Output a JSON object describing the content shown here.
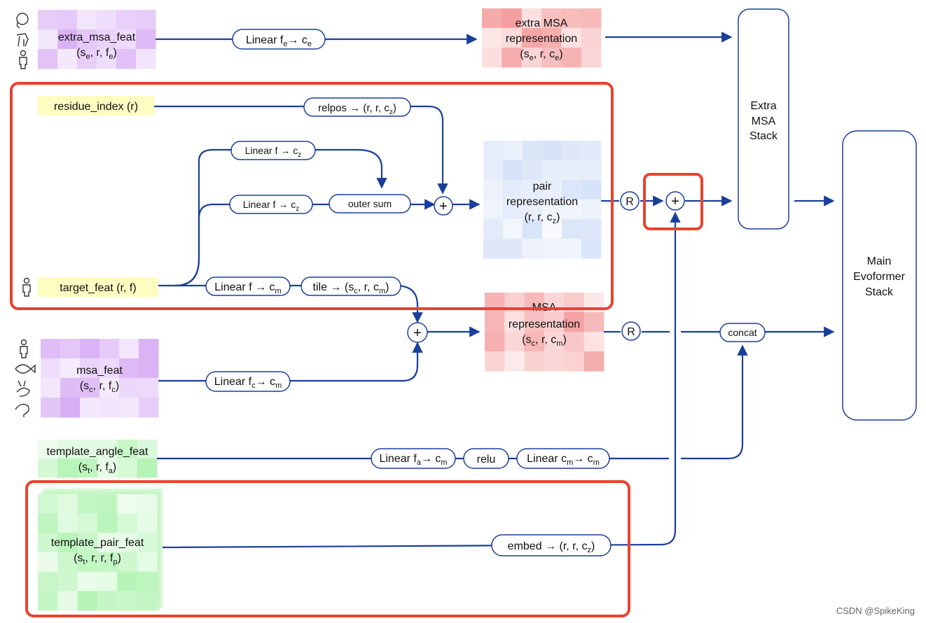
{
  "features": {
    "extra_msa_feat": {
      "name": "extra_msa_feat",
      "dims": [
        "(s",
        "e",
        ", r, f",
        "e",
        ")"
      ]
    },
    "residue_index": {
      "name": "residue_index (r)"
    },
    "target_feat": {
      "name": "target_feat (r, f)"
    },
    "msa_feat": {
      "name": "msa_feat",
      "dims": [
        "(s",
        "c",
        ", r, f",
        "c",
        ")"
      ]
    },
    "template_angle_feat": {
      "name": "template_angle_feat",
      "dims": [
        "(s",
        "t",
        ", r, f",
        "a",
        ")"
      ]
    },
    "template_pair_feat": {
      "name": "template_pair_feat",
      "dims": [
        "(s",
        "t",
        ", r, r, f",
        "p",
        ")"
      ]
    }
  },
  "ops": {
    "linear_fe_ce": [
      "Linear f",
      "e",
      "→ c",
      "e"
    ],
    "relpos": [
      "relpos → (r, r, c",
      "z",
      ")"
    ],
    "linear_f_cz_1": [
      "Linear f → c",
      "z"
    ],
    "linear_f_cz_2": [
      "Linear f → c",
      "z"
    ],
    "outer_sum": "outer sum",
    "linear_f_cm": [
      "Linear f → c",
      "m"
    ],
    "tile": [
      "tile → (s",
      "c",
      ", r, c",
      "m",
      ")"
    ],
    "linear_fc_cm": [
      "Linear f",
      "c",
      "→ c",
      "m"
    ],
    "linear_fa_cm": [
      "Linear f",
      "a",
      "→ c",
      "m"
    ],
    "relu": "relu",
    "linear_cm_cm": [
      "Linear c",
      "m",
      "→ c",
      "m"
    ],
    "embed": [
      "embed → (r, r, c",
      "z",
      ")"
    ],
    "concat": "concat",
    "plus": "+",
    "recycle": "R"
  },
  "representations": {
    "extra_msa": {
      "line1": "extra MSA",
      "line2": "representation",
      "dims": [
        "(s",
        "e",
        ", r, c",
        "e",
        ")"
      ]
    },
    "pair": {
      "line1": "pair",
      "line2": "representation",
      "dims": [
        "(r, r, c",
        "z",
        ")"
      ]
    },
    "msa": {
      "line1": "MSA",
      "line2": "representation",
      "dims": [
        "(s",
        "c",
        ", r, c",
        "m",
        ")"
      ]
    }
  },
  "stacks": {
    "extra_msa_stack": [
      "Extra",
      "MSA",
      "Stack"
    ],
    "evoformer": [
      "Main",
      "Evoformer",
      "Stack"
    ]
  },
  "watermark": "CSDN @SpikeKing",
  "colors": {
    "arrow": "#1a3f9a",
    "highlight": "#e8432e",
    "purple": "#c98ff0",
    "red": "#f07f7f",
    "blue": "#c9d9f5",
    "green": "#9ef09e",
    "yellow": "#fdfdc2"
  }
}
